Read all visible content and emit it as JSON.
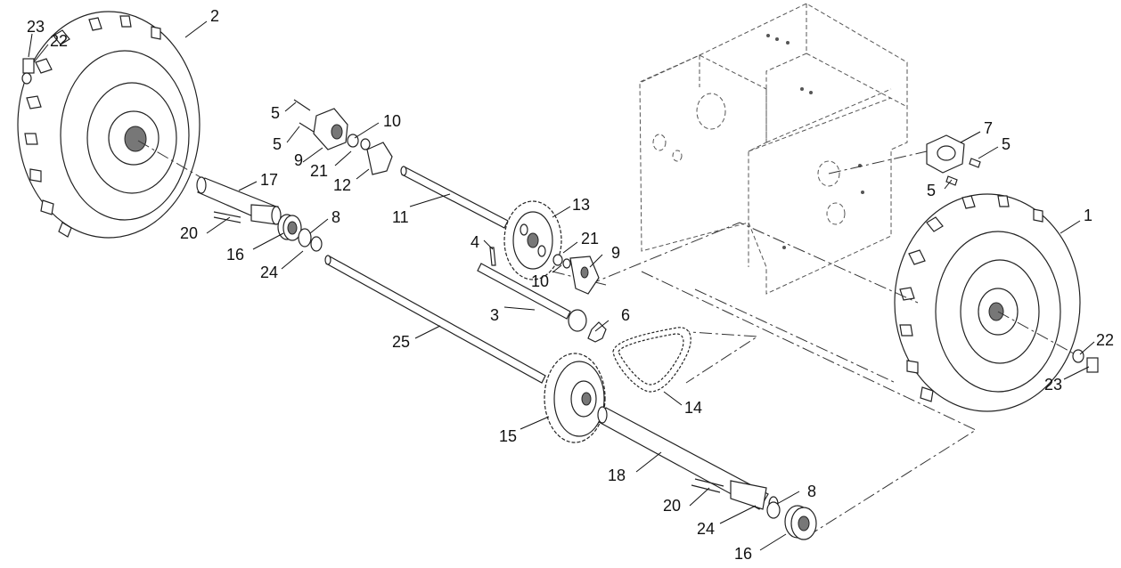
{
  "callouts": [
    {
      "id": "c1",
      "text": "1"
    },
    {
      "id": "c2",
      "text": "2"
    },
    {
      "id": "c3",
      "text": "3"
    },
    {
      "id": "c4",
      "text": "4"
    },
    {
      "id": "c5a",
      "text": "5"
    },
    {
      "id": "c5b",
      "text": "5"
    },
    {
      "id": "c5c",
      "text": "5"
    },
    {
      "id": "c5d",
      "text": "5"
    },
    {
      "id": "c6",
      "text": "6"
    },
    {
      "id": "c7",
      "text": "7"
    },
    {
      "id": "c8a",
      "text": "8"
    },
    {
      "id": "c8b",
      "text": "8"
    },
    {
      "id": "c9a",
      "text": "9"
    },
    {
      "id": "c9b",
      "text": "9"
    },
    {
      "id": "c10a",
      "text": "10"
    },
    {
      "id": "c10b",
      "text": "10"
    },
    {
      "id": "c11",
      "text": "11"
    },
    {
      "id": "c12",
      "text": "12"
    },
    {
      "id": "c13",
      "text": "13"
    },
    {
      "id": "c14",
      "text": "14"
    },
    {
      "id": "c15",
      "text": "15"
    },
    {
      "id": "c16a",
      "text": "16"
    },
    {
      "id": "c16b",
      "text": "16"
    },
    {
      "id": "c17",
      "text": "17"
    },
    {
      "id": "c18",
      "text": "18"
    },
    {
      "id": "c20a",
      "text": "20"
    },
    {
      "id": "c20b",
      "text": "20"
    },
    {
      "id": "c21a",
      "text": "21"
    },
    {
      "id": "c21b",
      "text": "21"
    },
    {
      "id": "c22a",
      "text": "22"
    },
    {
      "id": "c22b",
      "text": "22"
    },
    {
      "id": "c23a",
      "text": "23"
    },
    {
      "id": "c23b",
      "text": "23"
    },
    {
      "id": "c24a",
      "text": "24"
    },
    {
      "id": "c24b",
      "text": "24"
    },
    {
      "id": "c25",
      "text": "25"
    }
  ]
}
